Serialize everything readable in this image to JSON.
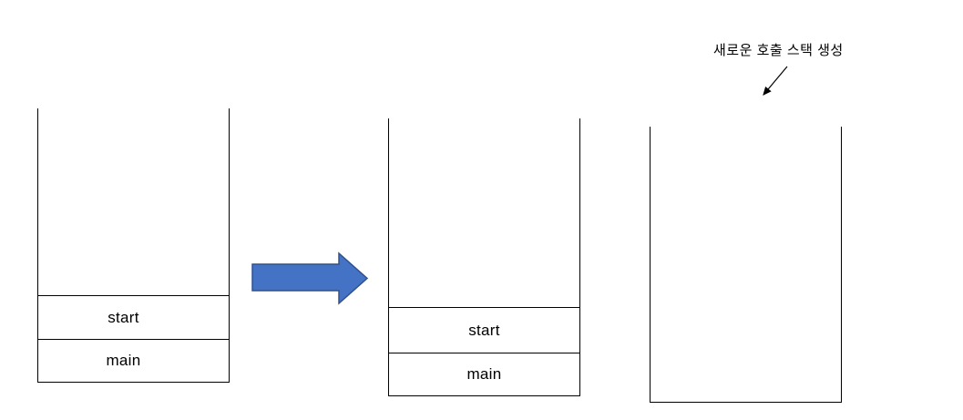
{
  "annotation": {
    "label": "새로운 호출 스택 생성"
  },
  "stacks": {
    "before": {
      "frames": [
        "start",
        "main"
      ]
    },
    "after": {
      "frames": [
        "start",
        "main"
      ]
    },
    "new": {
      "frames": []
    }
  },
  "colors": {
    "arrow_fill": "#4472C4",
    "arrow_border": "#2F528F",
    "line": "#000000"
  }
}
